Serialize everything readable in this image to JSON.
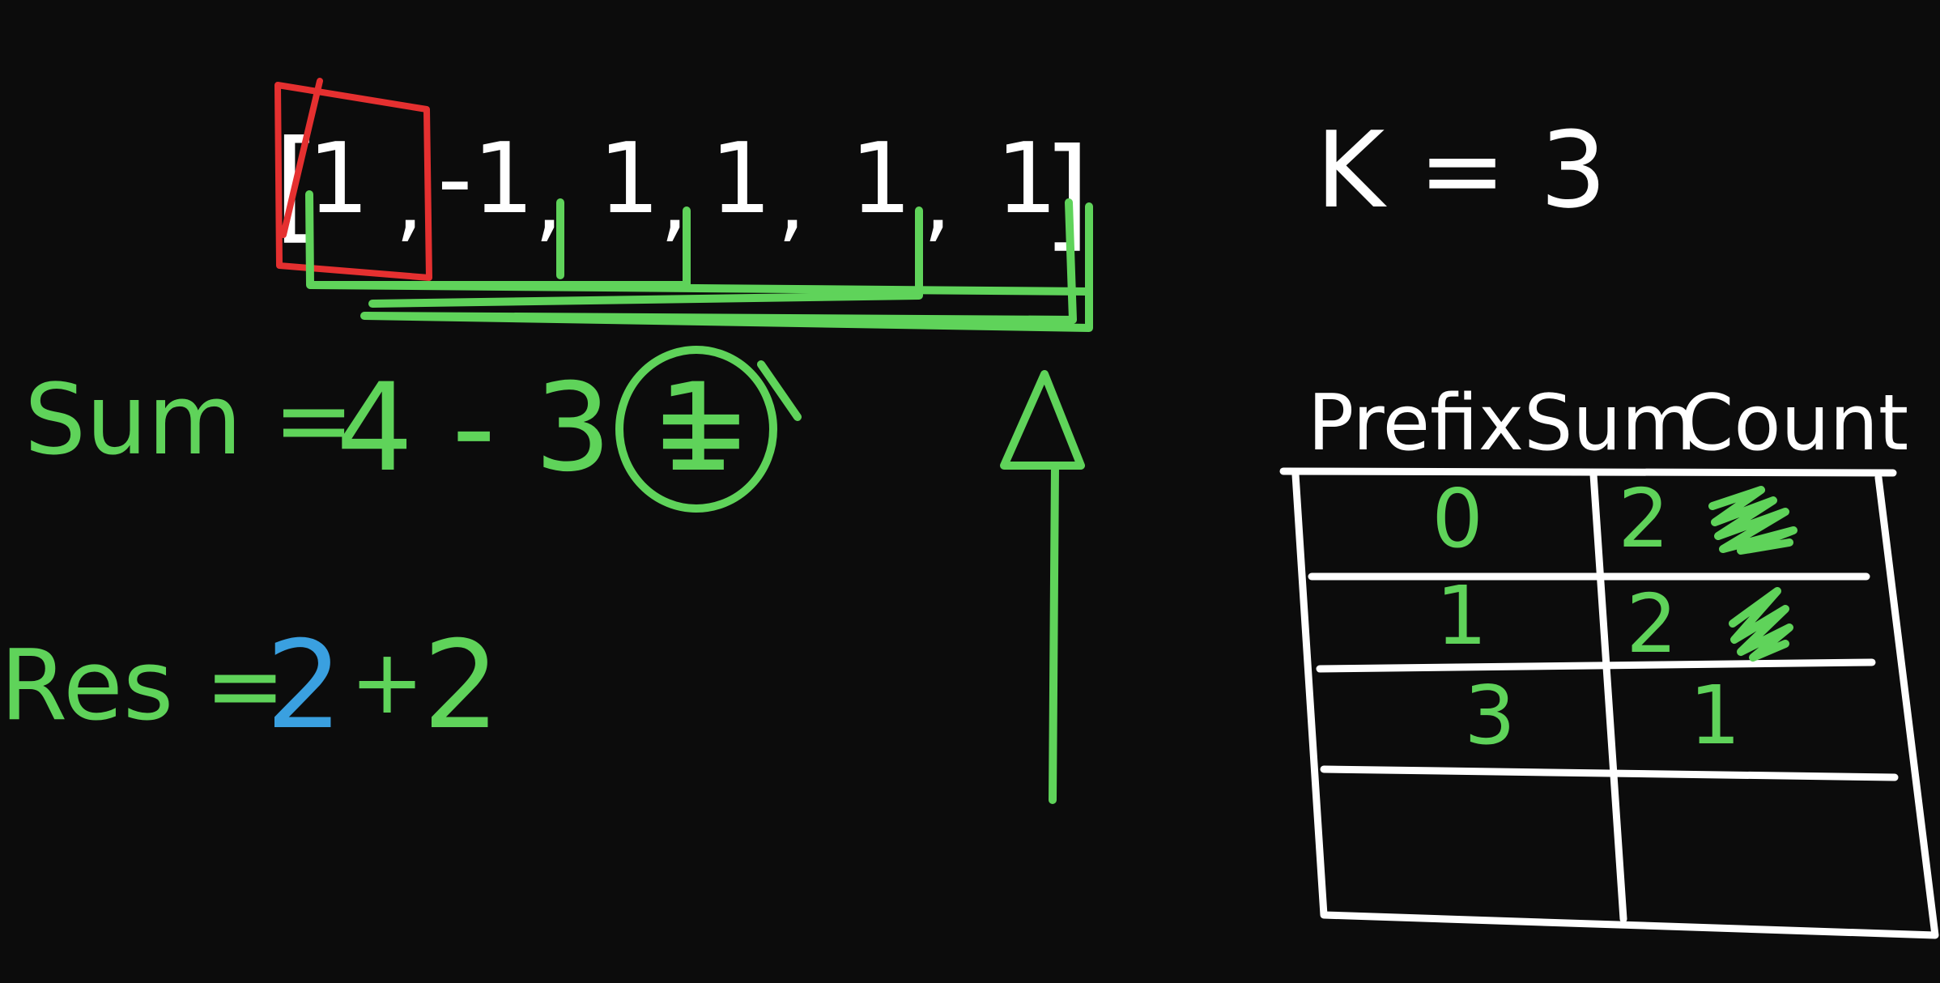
{
  "array": {
    "open_bracket": "[",
    "close_bracket": "]",
    "elements": [
      "1",
      "-1",
      "1",
      "1",
      "1",
      "1"
    ]
  },
  "k_label": "K = 3",
  "sum_line": {
    "label": "Sum =",
    "expression": "4 - 3 =",
    "result": "1"
  },
  "res_line": {
    "label": "Res =",
    "first": "2",
    "plus": "+",
    "second": "2"
  },
  "table": {
    "headers": [
      "PrefixSum",
      "Count"
    ],
    "rows": [
      [
        "0",
        "2"
      ],
      [
        "1",
        "2"
      ],
      [
        "3",
        "1"
      ],
      [
        "",
        ""
      ]
    ]
  },
  "colors": {
    "background": "#0c0c0c",
    "ink_white": "#ffffff",
    "ink_green": "#5fd35a",
    "ink_blue": "#3aa0e0",
    "ink_red": "#e53030"
  }
}
